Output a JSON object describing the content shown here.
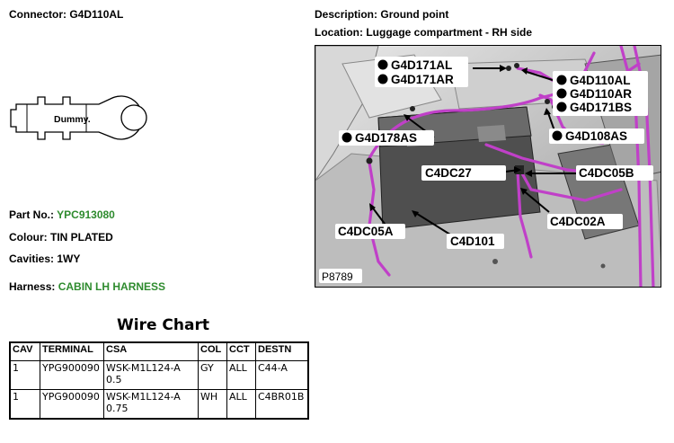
{
  "connector": {
    "label": "Connector:",
    "value": "G4D110AL"
  },
  "description": {
    "label": "Description:",
    "value": "Ground point"
  },
  "location": {
    "label": "Location:",
    "value": "Luggage compartment - RH side"
  },
  "drawing": {
    "text": "Dummy."
  },
  "details": {
    "part_no": {
      "label": "Part No.:",
      "value": "YPC913080",
      "value_color": "#2e8b2e"
    },
    "colour": {
      "label": "Colour:",
      "value": "TIN PLATED"
    },
    "cavities": {
      "label": "Cavities:",
      "value": "1WY"
    },
    "harness": {
      "label": "Harness:",
      "value": "CABIN LH HARNESS",
      "value_color": "#2e8b2e"
    }
  },
  "photo": {
    "ref": "P8789",
    "callouts": {
      "g4d171al": "G4D171AL",
      "g4d171ar": "G4D171AR",
      "g4d110al": "G4D110AL",
      "g4d110ar": "G4D110AR",
      "g4d171bs": "G4D171BS",
      "g4d178as": "G4D178AS",
      "g4d108as": "G4D108AS",
      "c4dc27": "C4DC27",
      "c4dc05b": "C4DC05B",
      "c4dc02a": "C4DC02A",
      "c4dc05a": "C4DC05A",
      "c4d101": "C4D101"
    },
    "harness_color": "#c040c8"
  },
  "wire_chart": {
    "title": "Wire Chart",
    "headers": [
      "CAV",
      "TERMINAL",
      "CSA",
      "COL",
      "CCT",
      "DESTN"
    ],
    "rows": [
      [
        "1",
        "YPG900090",
        "WSK-M1L124-A 0.5",
        "GY",
        "ALL",
        "C44-A"
      ],
      [
        "1",
        "YPG900090",
        "WSK-M1L124-A 0.75",
        "WH",
        "ALL",
        "C4BR01B"
      ]
    ]
  }
}
